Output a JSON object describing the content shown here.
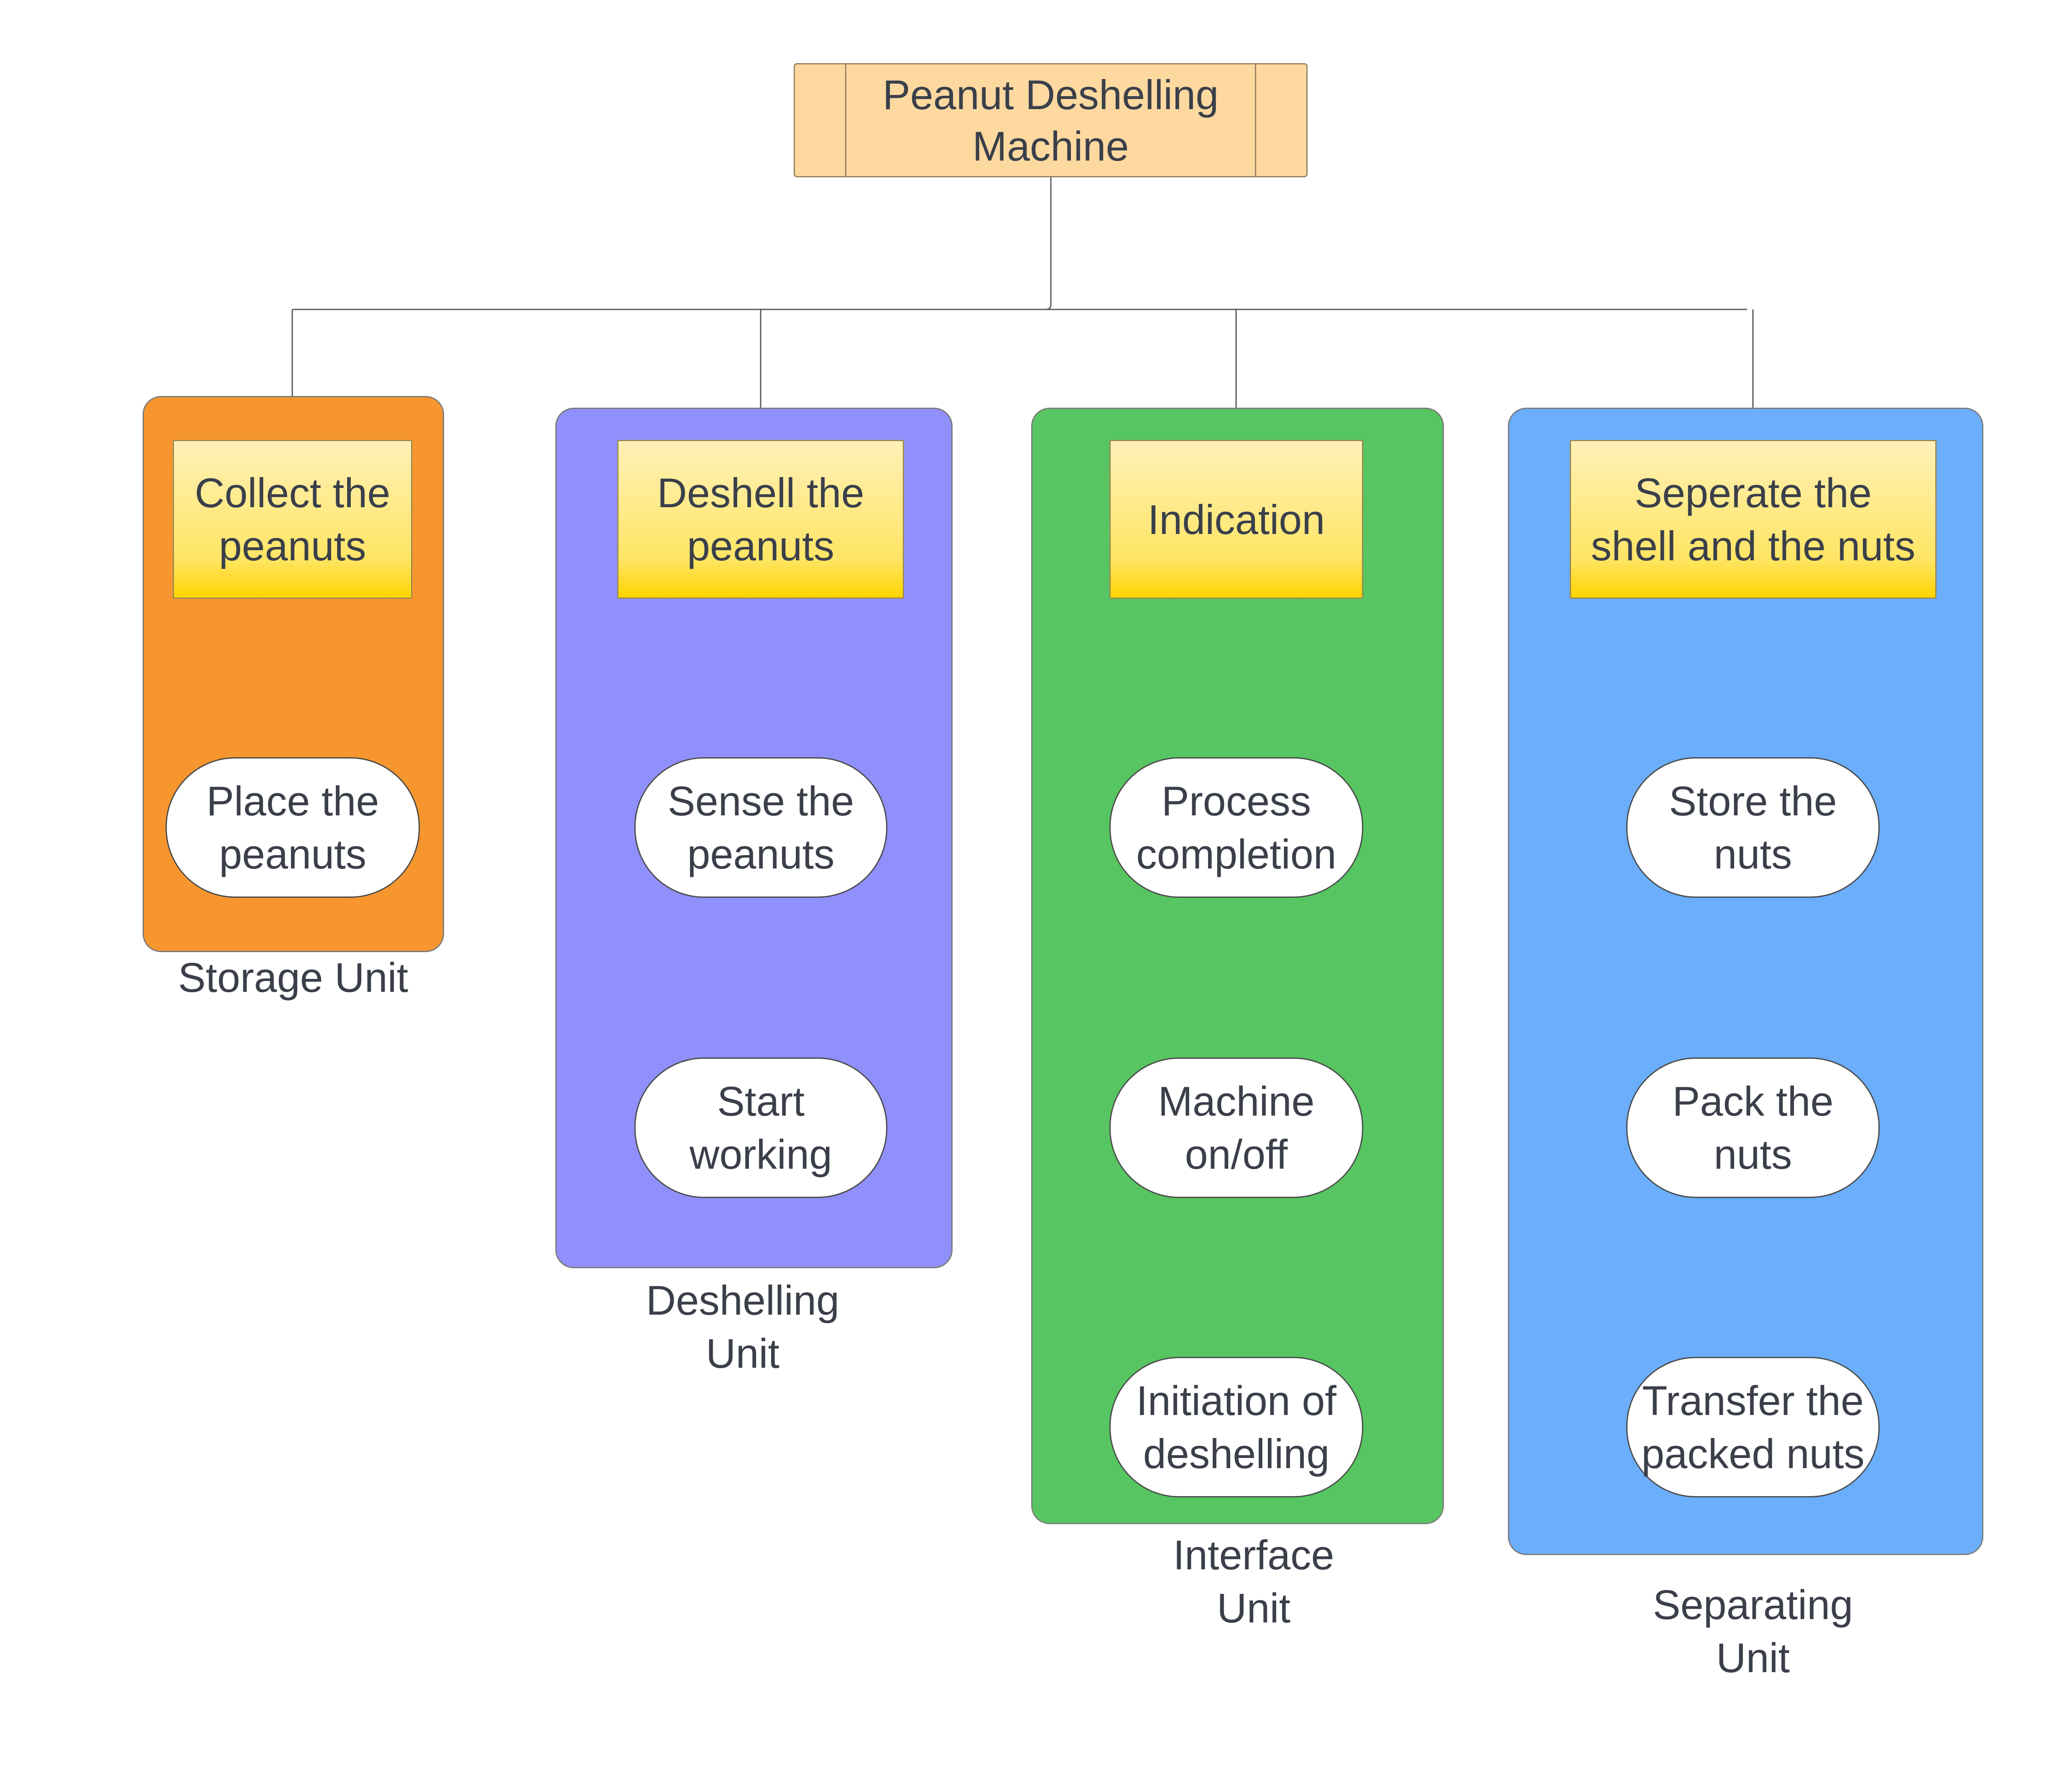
{
  "root": {
    "label": "Peanut Deshelling\nMachine"
  },
  "units": [
    {
      "id": "storage",
      "caption": "Storage Unit",
      "color": "#f7962e",
      "head": "Collect the\npeanuts",
      "steps": [
        "Place the\npeanuts"
      ]
    },
    {
      "id": "deshelling",
      "caption": "Deshelling\nUnit",
      "color": "#9090fc",
      "head": "Deshell the\npeanuts",
      "steps": [
        "Sense the\npeanuts",
        "Start\nworking"
      ]
    },
    {
      "id": "interface",
      "caption": "Interface\nUnit",
      "color": "#57c561",
      "head": "Indication",
      "steps": [
        "Process\ncompletion",
        "Machine\non/off",
        "Initiation of\ndeshelling"
      ]
    },
    {
      "id": "separating",
      "caption": "Separating\nUnit",
      "color": "#6aaefc",
      "head": "Seperate the\nshell and the nuts",
      "steps": [
        "Store the\nnuts",
        "Pack the\nnuts",
        "Transfer the\npacked nuts"
      ]
    }
  ]
}
